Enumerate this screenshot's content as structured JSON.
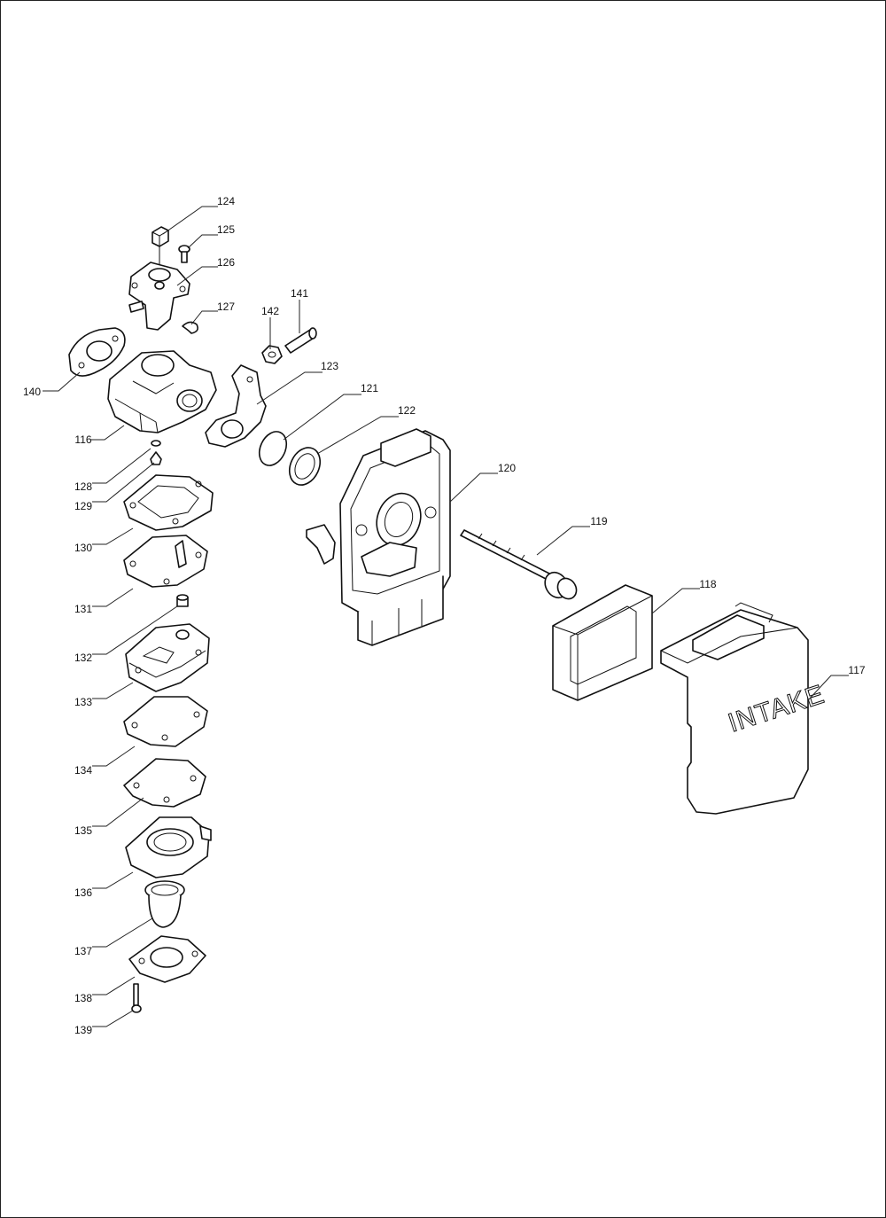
{
  "title": "",
  "intake_text": "INTAKE",
  "callouts": [
    {
      "id": "116",
      "label": "116"
    },
    {
      "id": "117",
      "label": "117"
    },
    {
      "id": "118",
      "label": "118"
    },
    {
      "id": "119",
      "label": "119"
    },
    {
      "id": "120",
      "label": "120"
    },
    {
      "id": "121",
      "label": "121"
    },
    {
      "id": "122",
      "label": "122"
    },
    {
      "id": "123",
      "label": "123"
    },
    {
      "id": "124",
      "label": "124"
    },
    {
      "id": "125",
      "label": "125"
    },
    {
      "id": "126",
      "label": "126"
    },
    {
      "id": "127",
      "label": "127"
    },
    {
      "id": "128",
      "label": "128"
    },
    {
      "id": "129",
      "label": "129"
    },
    {
      "id": "130",
      "label": "130"
    },
    {
      "id": "131",
      "label": "131"
    },
    {
      "id": "132",
      "label": "132"
    },
    {
      "id": "133",
      "label": "133"
    },
    {
      "id": "134",
      "label": "134"
    },
    {
      "id": "135",
      "label": "135"
    },
    {
      "id": "136",
      "label": "136"
    },
    {
      "id": "137",
      "label": "137"
    },
    {
      "id": "138",
      "label": "138"
    },
    {
      "id": "139",
      "label": "139"
    },
    {
      "id": "140",
      "label": "140"
    },
    {
      "id": "141",
      "label": "141"
    },
    {
      "id": "142",
      "label": "142"
    }
  ]
}
